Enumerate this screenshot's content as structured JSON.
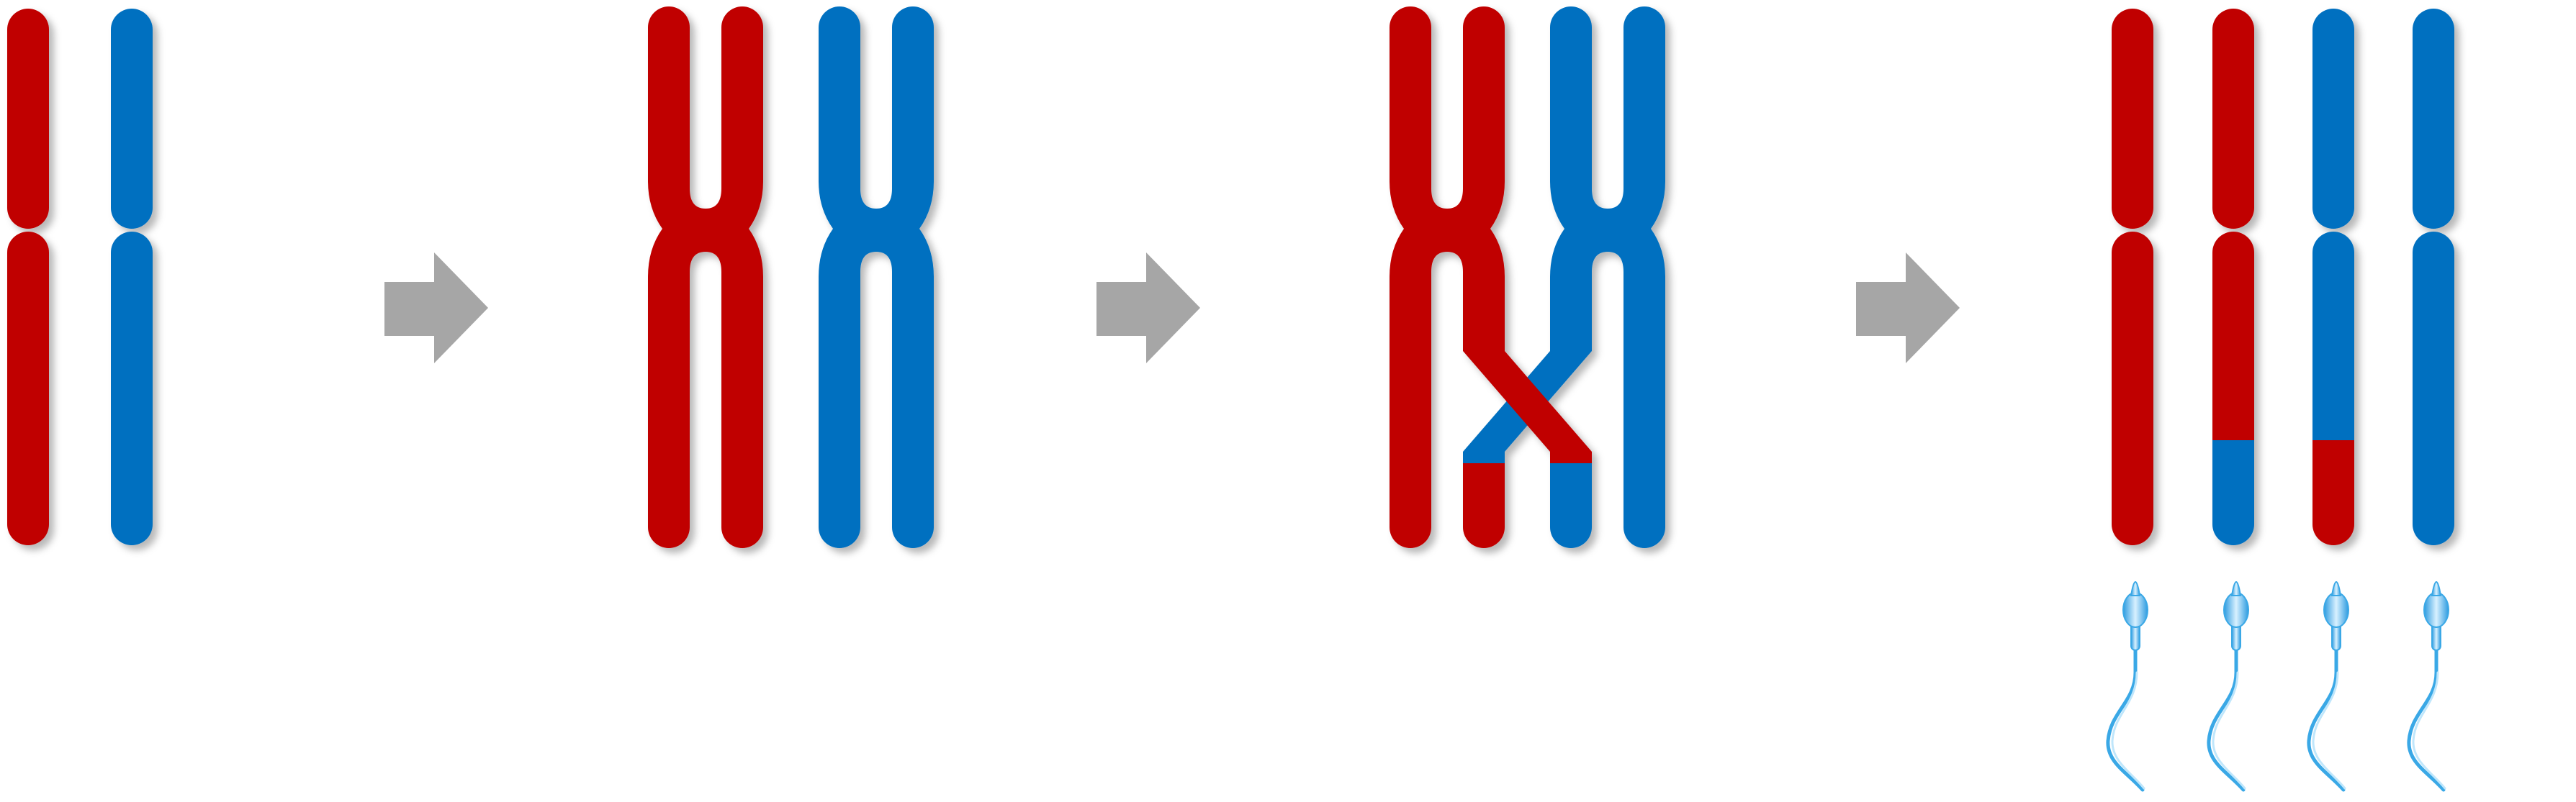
{
  "colors": {
    "maternal": "#c00000",
    "paternal": "#0070c0",
    "arrow": "#a6a6a6",
    "sperm": "#3aa8e6",
    "sperm_light": "#bfe6fb",
    "background": "#ffffff"
  },
  "stages": [
    {
      "id": "homologous-pair",
      "chromosomes": [
        "maternal",
        "paternal"
      ]
    },
    {
      "id": "replicated-chromosomes",
      "chromosomes": [
        "maternal-sister-chromatids",
        "paternal-sister-chromatids"
      ]
    },
    {
      "id": "crossing-over",
      "chromosomes": [
        "maternal-sister-chromatids",
        "paternal-sister-chromatids"
      ]
    },
    {
      "id": "recombinant-gametes",
      "chromatids": [
        {
          "upper": "maternal",
          "lower": "maternal"
        },
        {
          "upper": "maternal",
          "lower": "paternal"
        },
        {
          "upper": "paternal",
          "lower": "maternal"
        },
        {
          "upper": "paternal",
          "lower": "paternal"
        }
      ],
      "sperm_count": 4
    }
  ],
  "arrows": [
    {
      "from": "homologous-pair",
      "to": "replicated-chromosomes",
      "icon": "right-arrow-icon"
    },
    {
      "from": "replicated-chromosomes",
      "to": "crossing-over",
      "icon": "right-arrow-icon"
    },
    {
      "from": "crossing-over",
      "to": "recombinant-gametes",
      "icon": "right-arrow-icon"
    }
  ]
}
